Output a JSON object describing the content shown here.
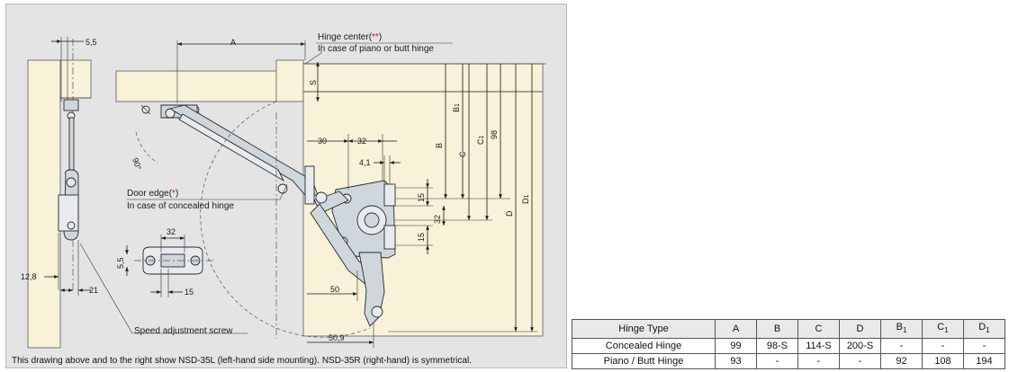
{
  "drawing": {
    "callouts": {
      "hinge_center": "Hinge center(",
      "hinge_center_mark": "**",
      "hinge_center_close": ")",
      "piano_butt": "In case of piano or butt hinge",
      "door_edge": "Door edge(",
      "door_edge_mark": "*",
      "door_edge_close": ")",
      "concealed": "In case of concealed hinge",
      "speed_screw": "Speed adjustment screw"
    },
    "dimensions": {
      "d_5_5_top": "5,5",
      "d_A": "A",
      "d_S": "S",
      "d_B": "B",
      "d_B1": "B",
      "d_C": "C",
      "d_C1": "C",
      "d_98": "98",
      "d_D": "D",
      "d_D1": "D",
      "d_30": "30",
      "d_32_top": "32",
      "d_4_1": "4,1",
      "d_15_upper": "15",
      "d_32_right": "32",
      "d_15_lower": "15",
      "d_50": "50",
      "d_50_9": "50,9",
      "d_90deg": "90°",
      "d_32_detail": "32",
      "d_5_5_detail": "5,5",
      "d_15_detail": "15",
      "d_12_8": "12,8",
      "d_21": "21",
      "sub_1": "1"
    },
    "caption": "This drawing above and to the right show NSD-35L (left-hand side mounting). NSD-35R (right-hand) is symmetrical."
  },
  "table": {
    "headers": [
      "Hinge Type",
      "A",
      "B",
      "C",
      "D",
      "B",
      "C",
      "D"
    ],
    "header_subscripts": [
      "",
      "",
      "",
      "",
      "",
      "1",
      "1",
      "1"
    ],
    "rows": [
      {
        "type": "Concealed Hinge",
        "values": [
          "99",
          "98-S",
          "114-S",
          "200-S",
          "-",
          "-",
          "-"
        ]
      },
      {
        "type": "Piano / Butt Hinge",
        "values": [
          "93",
          "-",
          "-",
          "-",
          "92",
          "108",
          "194"
        ]
      }
    ]
  },
  "colors": {
    "panel_bg": "#e4e4e4",
    "wood": "#f7f2d8",
    "metal": "#cfd6dc",
    "accent_red": "#d0141e"
  }
}
